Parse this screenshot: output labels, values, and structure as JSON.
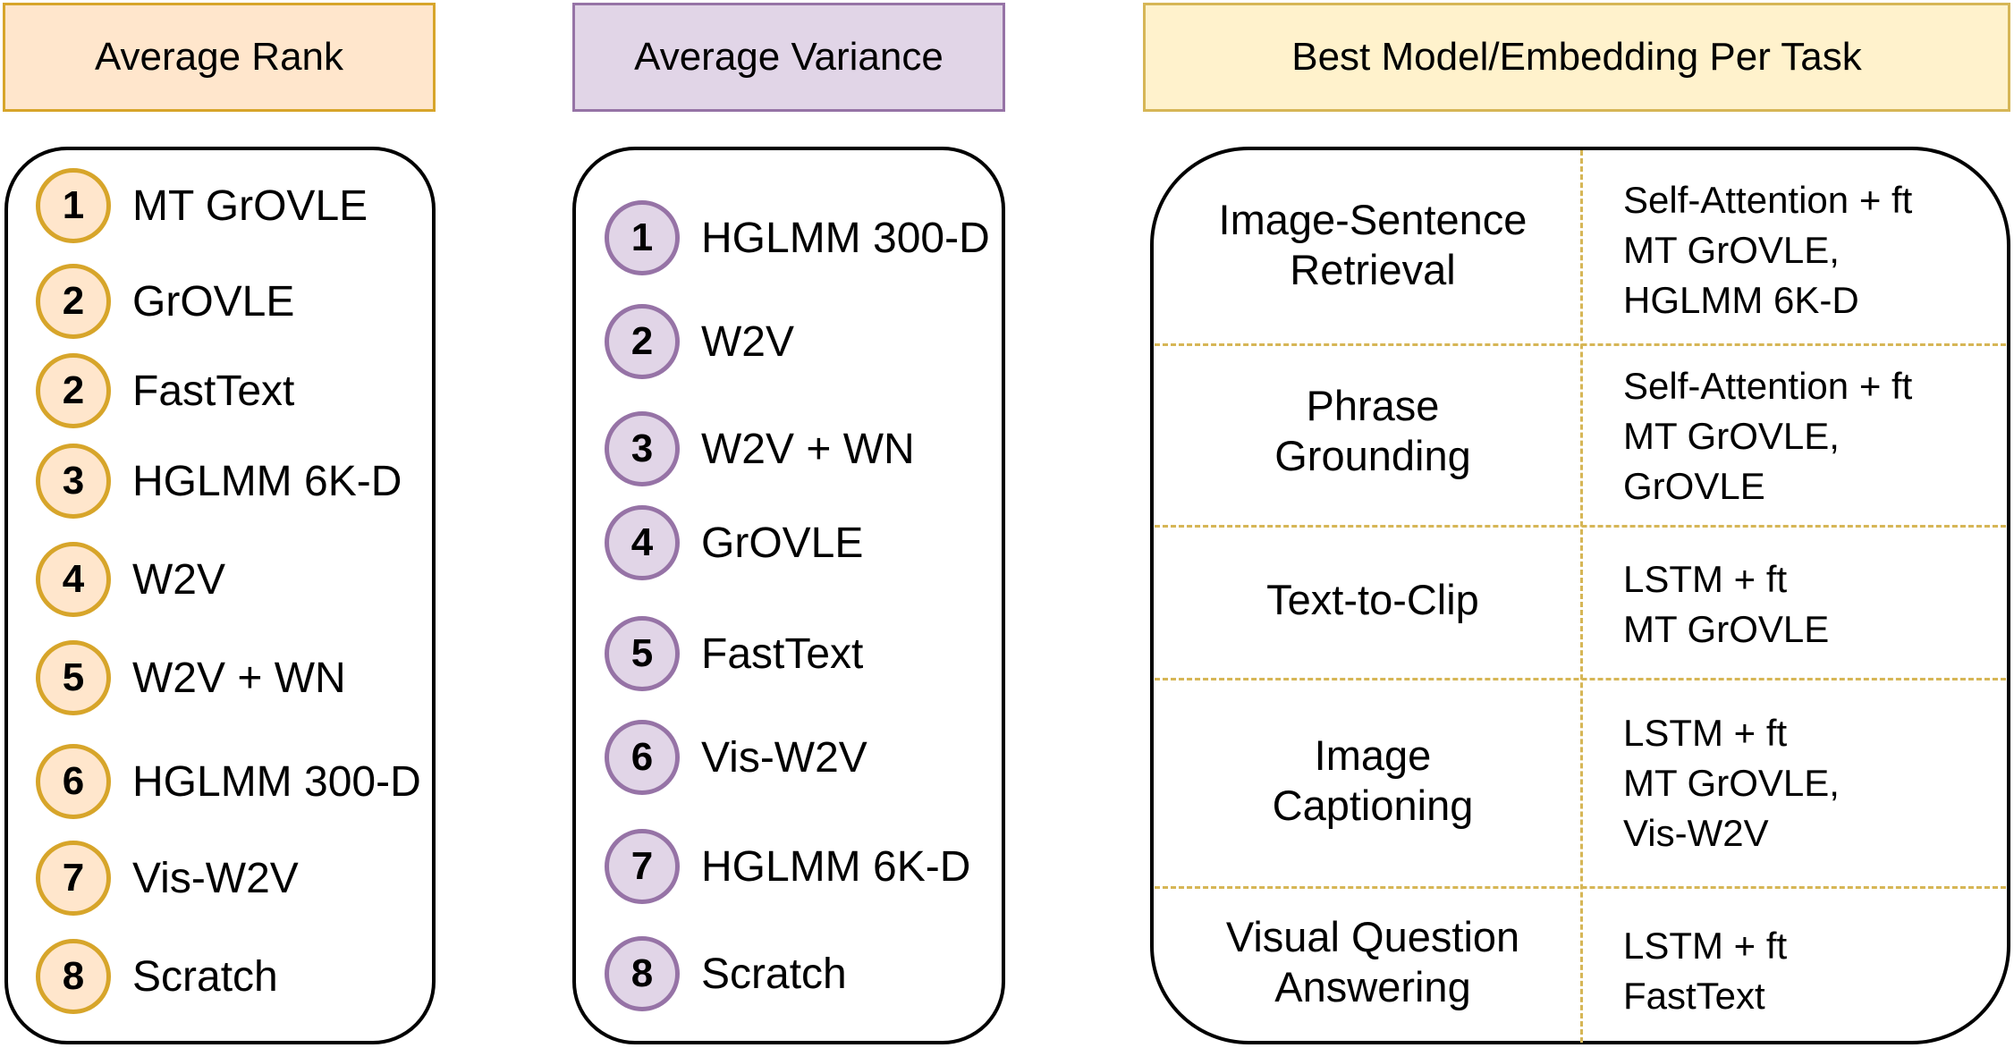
{
  "headers": {
    "rank": "Average Rank",
    "variance": "Average Variance",
    "best": "Best Model/Embedding Per Task"
  },
  "colors": {
    "rank_fill": "#ffe6cc",
    "rank_stroke": "#d7a52a",
    "variance_fill": "#e1d5e7",
    "variance_stroke": "#9673a6",
    "best_fill": "#fff2cc",
    "best_stroke": "#d6b656"
  },
  "rank_items": [
    {
      "n": "1",
      "label": "MT GrOVLE"
    },
    {
      "n": "2",
      "label": "GrOVLE"
    },
    {
      "n": "2",
      "label": "FastText"
    },
    {
      "n": "3",
      "label": "HGLMM 6K-D"
    },
    {
      "n": "4",
      "label": "W2V"
    },
    {
      "n": "5",
      "label": "W2V + WN"
    },
    {
      "n": "6",
      "label": "HGLMM 300-D"
    },
    {
      "n": "7",
      "label": "Vis-W2V"
    },
    {
      "n": "8",
      "label": "Scratch"
    }
  ],
  "variance_items": [
    {
      "n": "1",
      "label": "HGLMM 300-D"
    },
    {
      "n": "2",
      "label": "W2V"
    },
    {
      "n": "3",
      "label": "W2V + WN"
    },
    {
      "n": "4",
      "label": "GrOVLE"
    },
    {
      "n": "5",
      "label": "FastText"
    },
    {
      "n": "6",
      "label": "Vis-W2V"
    },
    {
      "n": "7",
      "label": "HGLMM 6K-D"
    },
    {
      "n": "8",
      "label": "Scratch"
    }
  ],
  "tasks": [
    {
      "task": [
        "Image-Sentence",
        "Retrieval"
      ],
      "best": [
        "Self-Attention + ft",
        "MT GrOVLE,",
        "HGLMM 6K-D"
      ]
    },
    {
      "task": [
        "Phrase",
        "Grounding"
      ],
      "best": [
        "Self-Attention + ft",
        "MT GrOVLE,",
        "GrOVLE"
      ]
    },
    {
      "task": [
        "Text-to-Clip"
      ],
      "best": [
        "LSTM + ft",
        "MT GrOVLE"
      ]
    },
    {
      "task": [
        "Image",
        "Captioning"
      ],
      "best": [
        "LSTM + ft",
        "MT GrOVLE,",
        "Vis-W2V"
      ]
    },
    {
      "task": [
        "Visual Question",
        "Answering"
      ],
      "best": [
        "LSTM + ft",
        "FastText"
      ]
    }
  ]
}
